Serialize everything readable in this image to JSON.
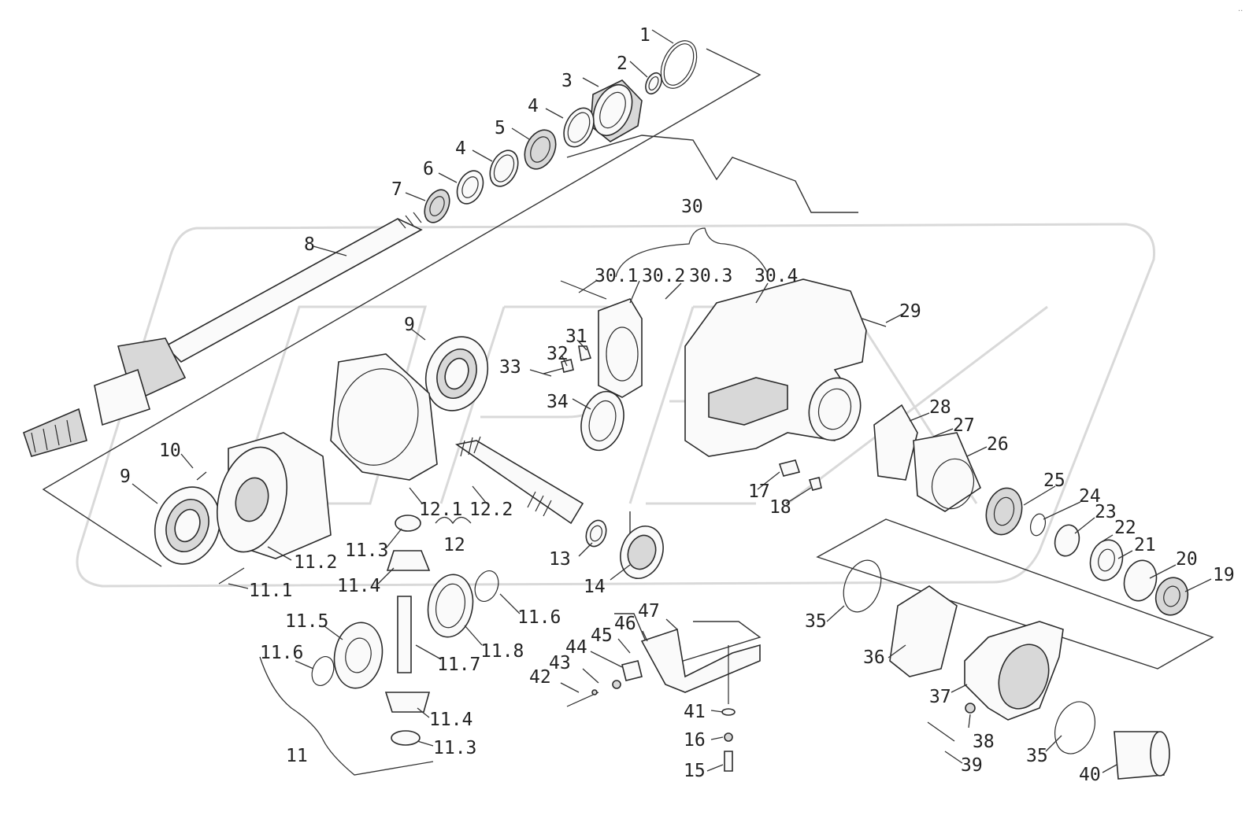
{
  "corner_mark": "..",
  "callouts": [
    {
      "id": "c1",
      "text": "1"
    },
    {
      "id": "c2",
      "text": "2"
    },
    {
      "id": "c3",
      "text": "3"
    },
    {
      "id": "c4a",
      "text": "4"
    },
    {
      "id": "c5",
      "text": "5"
    },
    {
      "id": "c4b",
      "text": "4"
    },
    {
      "id": "c6",
      "text": "6"
    },
    {
      "id": "c7",
      "text": "7"
    },
    {
      "id": "c8",
      "text": "8"
    },
    {
      "id": "c9a",
      "text": "9"
    },
    {
      "id": "c9b",
      "text": "9"
    },
    {
      "id": "c10",
      "text": "10"
    },
    {
      "id": "c11_2",
      "text": "11.2"
    },
    {
      "id": "c11_1",
      "text": "11.1"
    },
    {
      "id": "c11_3a",
      "text": "11.3"
    },
    {
      "id": "c11_4a",
      "text": "11.4"
    },
    {
      "id": "c11_5",
      "text": "11.5"
    },
    {
      "id": "c11_6a",
      "text": "11.6"
    },
    {
      "id": "c11_7",
      "text": "11.7"
    },
    {
      "id": "c11_8",
      "text": "11.8"
    },
    {
      "id": "c11_6b",
      "text": "11.6"
    },
    {
      "id": "c11_4b",
      "text": "11.4"
    },
    {
      "id": "c11_3b",
      "text": "11.3"
    },
    {
      "id": "c11",
      "text": "11"
    },
    {
      "id": "c12_1",
      "text": "12.1"
    },
    {
      "id": "c12_2",
      "text": "12.2"
    },
    {
      "id": "c12",
      "text": "12"
    },
    {
      "id": "c13",
      "text": "13"
    },
    {
      "id": "c14",
      "text": "14"
    },
    {
      "id": "c30",
      "text": "30"
    },
    {
      "id": "c30_1",
      "text": "30.1"
    },
    {
      "id": "c30_2",
      "text": "30.2"
    },
    {
      "id": "c30_3",
      "text": "30.3"
    },
    {
      "id": "c30_4",
      "text": "30.4"
    },
    {
      "id": "c29",
      "text": "29"
    },
    {
      "id": "c31",
      "text": "31"
    },
    {
      "id": "c32",
      "text": "32"
    },
    {
      "id": "c33",
      "text": "33"
    },
    {
      "id": "c34",
      "text": "34"
    },
    {
      "id": "c28",
      "text": "28"
    },
    {
      "id": "c27",
      "text": "27"
    },
    {
      "id": "c26",
      "text": "26"
    },
    {
      "id": "c17",
      "text": "17"
    },
    {
      "id": "c18",
      "text": "18"
    },
    {
      "id": "c25",
      "text": "25"
    },
    {
      "id": "c24",
      "text": "24"
    },
    {
      "id": "c23",
      "text": "23"
    },
    {
      "id": "c22",
      "text": "22"
    },
    {
      "id": "c21",
      "text": "21"
    },
    {
      "id": "c20",
      "text": "20"
    },
    {
      "id": "c19",
      "text": "19"
    },
    {
      "id": "c35a",
      "text": "35"
    },
    {
      "id": "c36",
      "text": "36"
    },
    {
      "id": "c37",
      "text": "37"
    },
    {
      "id": "c38",
      "text": "38"
    },
    {
      "id": "c39",
      "text": "39"
    },
    {
      "id": "c35b",
      "text": "35"
    },
    {
      "id": "c40",
      "text": "40"
    },
    {
      "id": "c47",
      "text": "47"
    },
    {
      "id": "c46",
      "text": "46"
    },
    {
      "id": "c45",
      "text": "45"
    },
    {
      "id": "c44",
      "text": "44"
    },
    {
      "id": "c43",
      "text": "43"
    },
    {
      "id": "c42",
      "text": "42"
    },
    {
      "id": "c41",
      "text": "41"
    },
    {
      "id": "c16",
      "text": "16"
    },
    {
      "id": "c15",
      "text": "15"
    }
  ]
}
